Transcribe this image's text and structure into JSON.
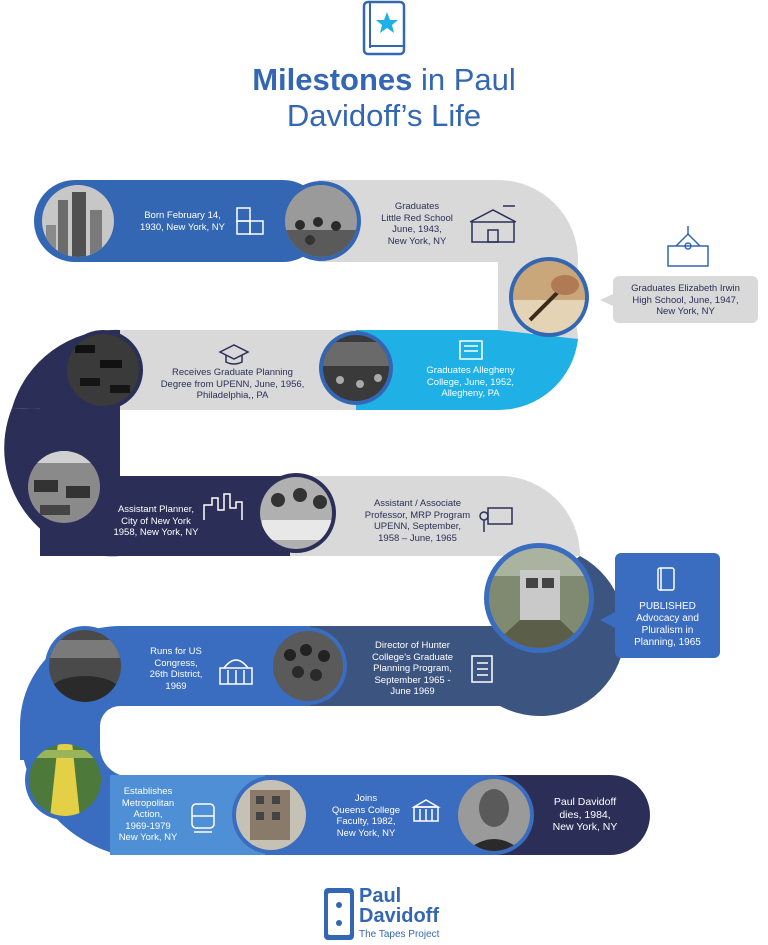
{
  "title": {
    "bold": "Milestones",
    "rest_line1": " in Paul",
    "line2": "Davidoff’s Life"
  },
  "milestones": [
    {
      "lines": [
        "Born February 14,",
        "1930, New York, NY"
      ]
    },
    {
      "lines": [
        "Graduates",
        "Little Red School",
        "June, 1943,",
        "New York, NY"
      ]
    },
    {
      "lines": [
        "Graduates Elizabeth Irwin",
        "High School, June, 1947,",
        "New York, NY"
      ]
    },
    {
      "lines": [
        "Graduates Allegheny",
        "College, June, 1952,",
        "Allegheny, PA"
      ]
    },
    {
      "lines": [
        "Receives Graduate Planning",
        "Degree from UPENN, June, 1956,",
        "Philadelphia,, PA"
      ]
    },
    {
      "lines": [
        "Assistant Planner,",
        "City of New York",
        "1958, New York, NY"
      ]
    },
    {
      "lines": [
        "Assistant / Associate",
        "Professor, MRP Program",
        "UPENN, September,",
        "1958 – June, 1965"
      ]
    },
    {
      "lines": [
        "PUBLISHED",
        "Advocacy and",
        "Pluralism in",
        "Planning, 1965"
      ]
    },
    {
      "lines": [
        "Runs for US",
        "Congress,",
        "26th District,",
        "1969"
      ]
    },
    {
      "lines": [
        "Director of Hunter",
        "College's Graduate",
        "Planning Program,",
        "September 1965 -",
        "June 1969"
      ]
    },
    {
      "lines": [
        "Establishes",
        "Metropolitan",
        "Action,",
        "1969-1979",
        "New York, NY"
      ]
    },
    {
      "lines": [
        "Joins",
        "Queens College",
        "Faculty, 1982,",
        "New York, NY"
      ]
    },
    {
      "lines": [
        "Paul Davidoff",
        "dies, 1984,",
        "New York, NY"
      ]
    }
  ],
  "icons": [
    "book-star-icon",
    "abc-blocks-icon",
    "school-icon",
    "schoolhouse-icon",
    "diploma-icon",
    "graduation-cap-icon",
    "skyline-icon",
    "teacher-board-icon",
    "book-icon",
    "capitol-icon",
    "checklist-icon",
    "train-icon",
    "courthouse-icon"
  ],
  "brand": {
    "name1": "Paul",
    "name2": "Davidoff",
    "sub": "The Tapes Project"
  },
  "colors": {
    "title": "#3467b3",
    "navy": "#2b2f57",
    "blue": "#3467b3",
    "cyan": "#1fb0e6",
    "gray": "#d9d9da",
    "slate": "#3c5480",
    "callout_blue": "#3a6cbf"
  }
}
